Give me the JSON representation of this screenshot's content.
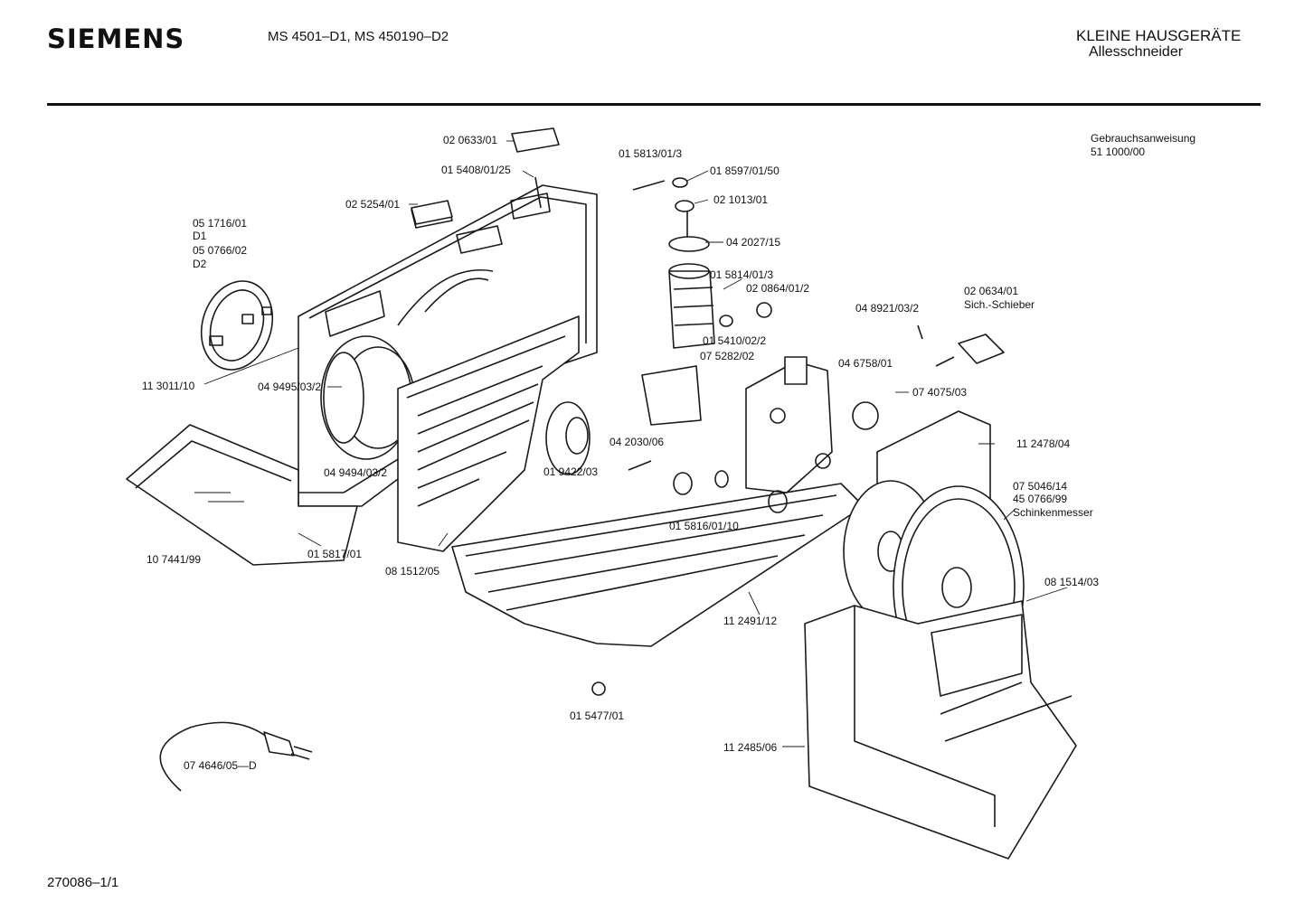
{
  "header": {
    "brand": "SIEMENS",
    "models": "MS 4501–D1, MS 450190–D2",
    "category": "KLEINE HAUSGERÄTE",
    "subcategory": "Allesschneider"
  },
  "manual": {
    "label": "Gebrauchsanweisung",
    "number": "51 1000/00"
  },
  "footer": {
    "doc_number": "270086–1/1"
  },
  "parts": [
    {
      "id": "p1",
      "text": "02 0633/01"
    },
    {
      "id": "p2",
      "text": "01 5408/01/25"
    },
    {
      "id": "p3",
      "text": "02 5254/01"
    },
    {
      "id": "p4",
      "text": "01 5813/01/3"
    },
    {
      "id": "p5",
      "text": "01 8597/01/50"
    },
    {
      "id": "p6",
      "text": "02 1013/01"
    },
    {
      "id": "p7",
      "text": "04 2027/15"
    },
    {
      "id": "p8",
      "text": "05 1716/01"
    },
    {
      "id": "p9",
      "text": "D1"
    },
    {
      "id": "p10",
      "text": "05 0766/02"
    },
    {
      "id": "p11",
      "text": "D2"
    },
    {
      "id": "p12",
      "text": "01 5814/01/3"
    },
    {
      "id": "p13",
      "text": "02 0864/01/2"
    },
    {
      "id": "p14",
      "text": "02 0634/01"
    },
    {
      "id": "p15",
      "text": "Sich.-Schieber"
    },
    {
      "id": "p16",
      "text": "04 8921/03/2"
    },
    {
      "id": "p17",
      "text": "01 5410/02/2"
    },
    {
      "id": "p18",
      "text": "07 5282/02"
    },
    {
      "id": "p19",
      "text": "04 6758/01"
    },
    {
      "id": "p20",
      "text": "07 4075/03"
    },
    {
      "id": "p21",
      "text": "11 3011/10"
    },
    {
      "id": "p22",
      "text": "04 9495/03/2"
    },
    {
      "id": "p23",
      "text": "04 2030/06"
    },
    {
      "id": "p24",
      "text": "11 2478/04"
    },
    {
      "id": "p25",
      "text": "01 9422/03"
    },
    {
      "id": "p26",
      "text": "04 9494/03/2"
    },
    {
      "id": "p27",
      "text": "07 5046/14"
    },
    {
      "id": "p28",
      "text": "45 0766/99"
    },
    {
      "id": "p29",
      "text": "Schinkenmesser"
    },
    {
      "id": "p30",
      "text": "01 5816/01/10"
    },
    {
      "id": "p31",
      "text": "10 7441/99"
    },
    {
      "id": "p32",
      "text": "01 5817/01"
    },
    {
      "id": "p33",
      "text": "08 1512/05"
    },
    {
      "id": "p34",
      "text": "08 1514/03"
    },
    {
      "id": "p35",
      "text": "11 2491/12"
    },
    {
      "id": "p36",
      "text": "01 5477/01"
    },
    {
      "id": "p37",
      "text": "11 2485/06"
    },
    {
      "id": "p38",
      "text": "07 4646/05—D"
    }
  ]
}
